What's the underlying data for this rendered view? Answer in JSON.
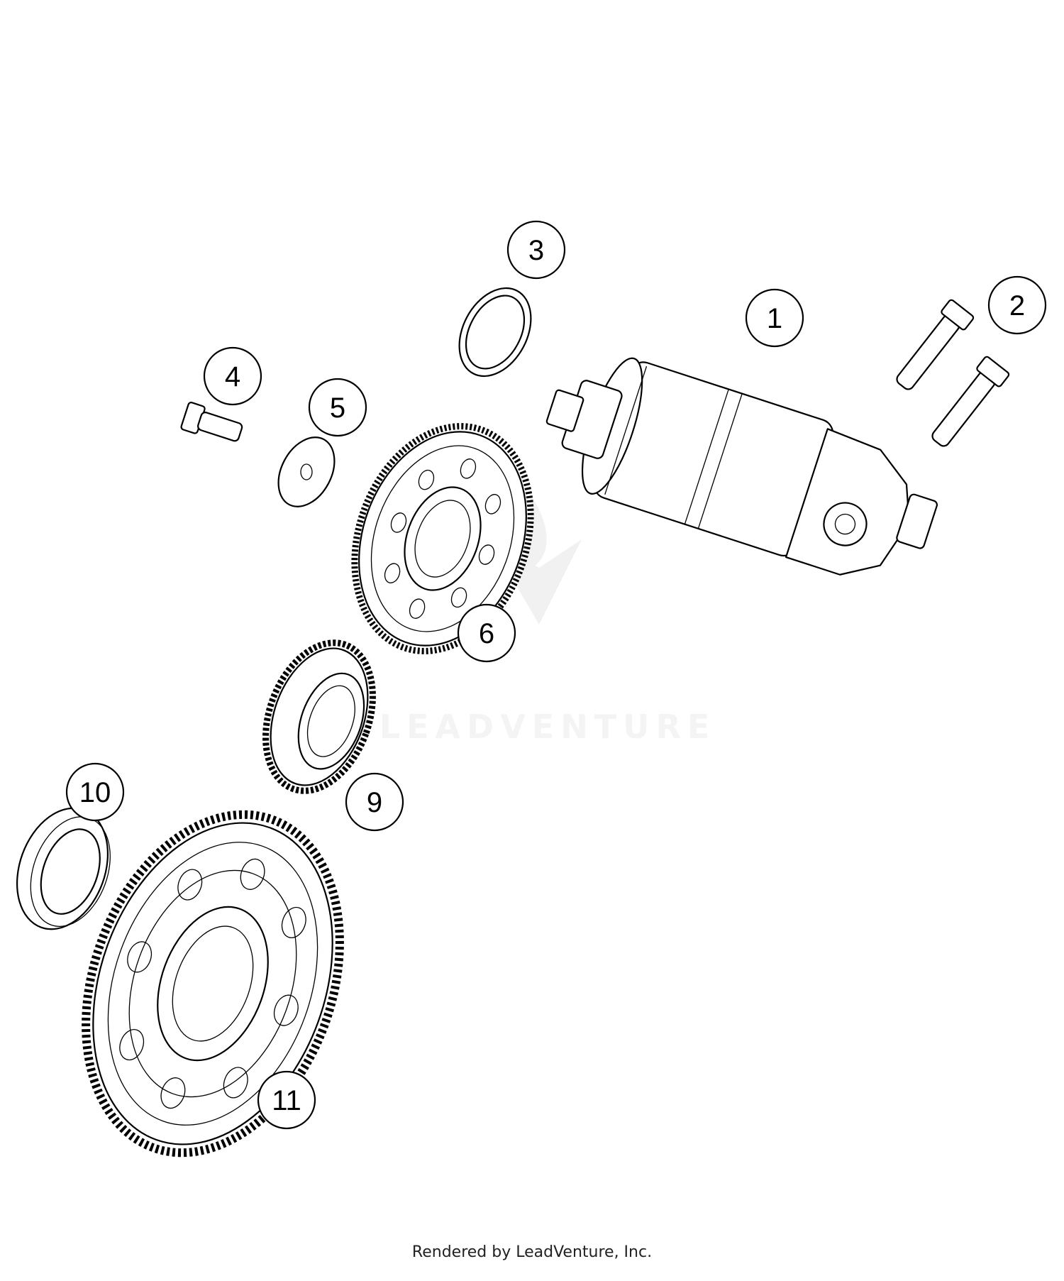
{
  "diagram": {
    "callouts": [
      {
        "id": "callout-1",
        "label": "1"
      },
      {
        "id": "callout-2",
        "label": "2"
      },
      {
        "id": "callout-3",
        "label": "3"
      },
      {
        "id": "callout-4",
        "label": "4"
      },
      {
        "id": "callout-5",
        "label": "5"
      },
      {
        "id": "callout-6",
        "label": "6"
      },
      {
        "id": "callout-9",
        "label": "9"
      },
      {
        "id": "callout-10",
        "label": "10"
      },
      {
        "id": "callout-11",
        "label": "11"
      }
    ]
  },
  "watermark": {
    "text": "LEADVENTURE"
  },
  "footer": {
    "text": "Rendered by LeadVenture, Inc."
  }
}
